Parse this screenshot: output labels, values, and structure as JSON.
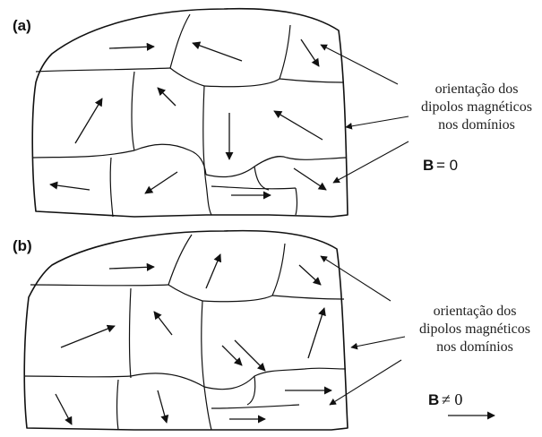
{
  "panel_a": {
    "label": "(a)",
    "caption": [
      "orientação dos",
      "dipolos magnéticos",
      "nos domínios"
    ],
    "field_symbol": "B",
    "field_value": "= 0"
  },
  "panel_b": {
    "label": "(b)",
    "caption": [
      "orientação dos",
      "dipolos magnéticos",
      "nos domínios"
    ],
    "field_symbol": "B",
    "field_value": "≠ 0"
  }
}
